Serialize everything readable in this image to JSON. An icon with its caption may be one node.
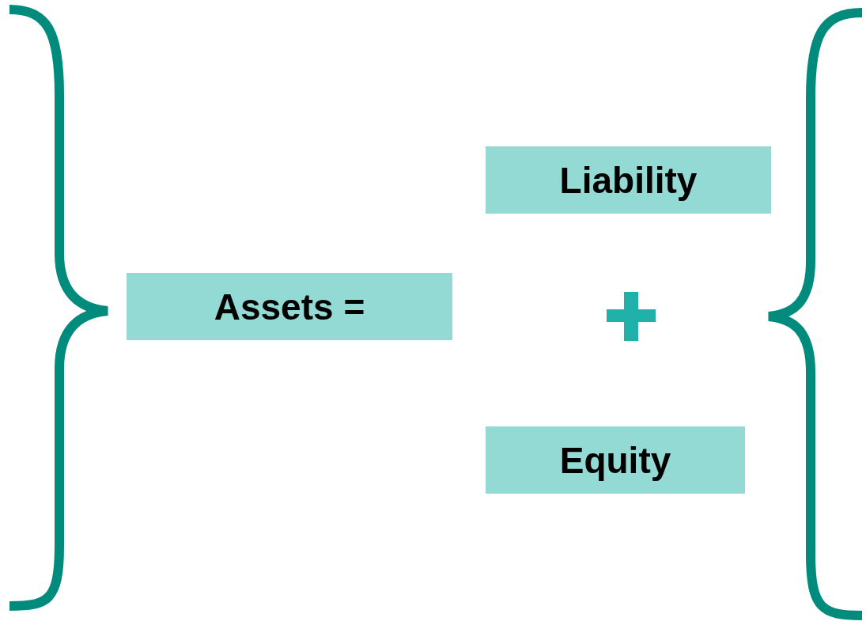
{
  "diagram": {
    "nodes": [
      {
        "text": [
          "Assets ="
        ]
      },
      {
        "text": [
          "Liability"
        ]
      },
      {
        "text": [
          "Equity"
        ]
      }
    ]
  }
}
